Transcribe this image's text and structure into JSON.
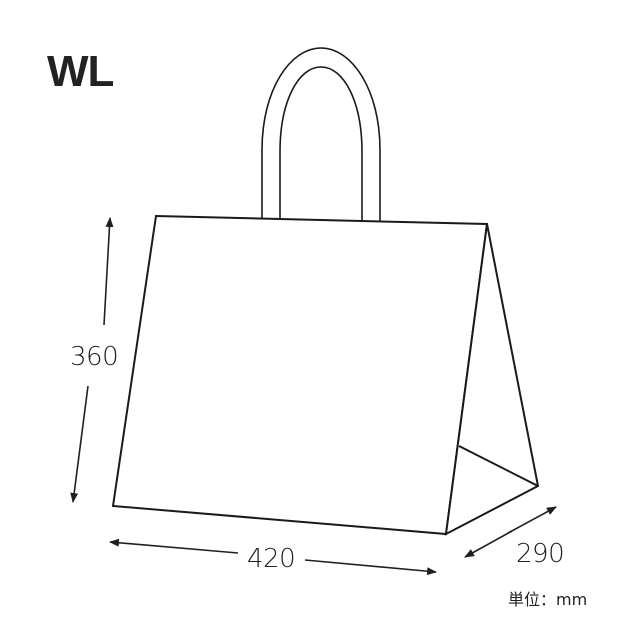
{
  "title": "WL",
  "dimensions": {
    "height": "360",
    "width": "420",
    "depth": "290"
  },
  "unit_label": "単位：mm",
  "colors": {
    "line": "#1a1a1a",
    "text": "#231f20",
    "background": "#ffffff"
  }
}
